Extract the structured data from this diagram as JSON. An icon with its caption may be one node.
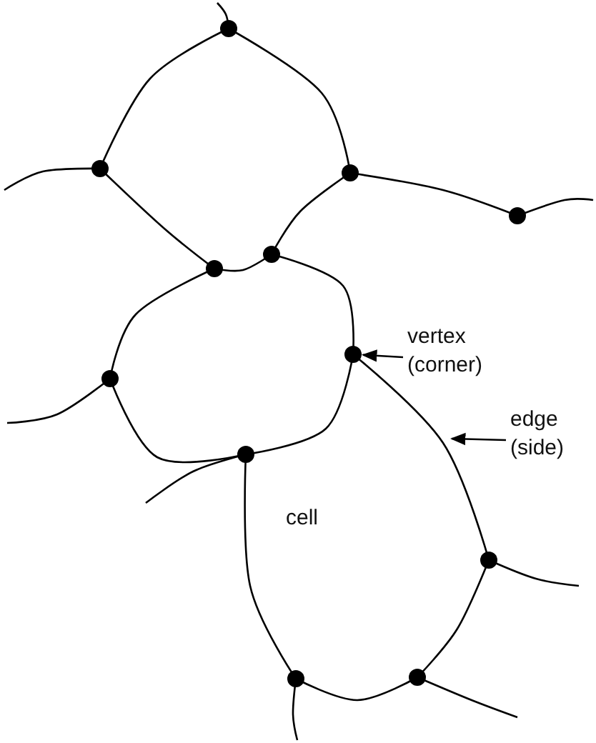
{
  "diagram": {
    "nodes": [
      {
        "text": [
          "vertex (corner)"
        ]
      },
      {
        "text": [],
        "shape": "circle"
      },
      {
        "text": [
          "edge (side)"
        ]
      }
    ],
    "edges": [
      {
        "from": 0,
        "to": 1,
        "arrow": "to"
      },
      {
        "from": 2,
        "to": null,
        "arrow": "to"
      }
    ],
    "labels": [
      "cell"
    ]
  }
}
